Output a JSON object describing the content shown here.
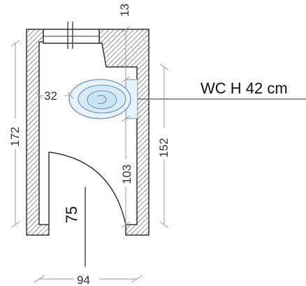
{
  "plan": {
    "labels": {
      "top_clearance": "13",
      "side_clearance": "32",
      "left_height": "172",
      "right_height": "152",
      "door_to_wc": "103",
      "door_width": "75",
      "bottom_width": "94",
      "wc_note": "WC H 42 cm"
    },
    "colors": {
      "wall": "#333333",
      "dimension": "#999999",
      "fixture_fill": "#e6f3fb",
      "fixture_stroke": "#6f8fb8"
    }
  }
}
